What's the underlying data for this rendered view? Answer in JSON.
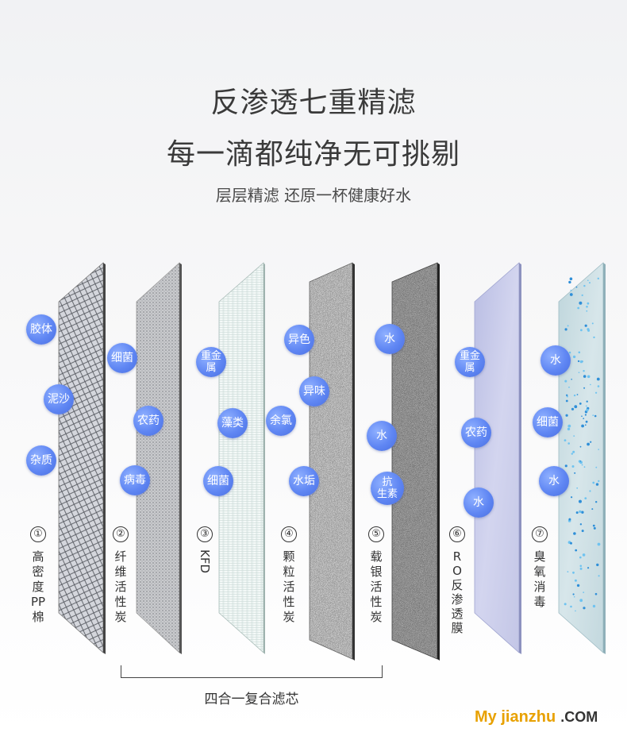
{
  "header": {
    "title": "反渗透七重精滤",
    "subtitle": "每一滴都纯净无可挑剔",
    "tagline": "层层精滤  还原一杯健康好水"
  },
  "layers": [
    {
      "number": "①",
      "name": "高密度PP棉",
      "bubbles": [
        "胶体",
        "泥沙",
        "杂质"
      ]
    },
    {
      "number": "②",
      "name": "纤维活性炭",
      "bubbles": [
        "细菌",
        "农药",
        "病毒"
      ]
    },
    {
      "number": "③",
      "name": "KFD",
      "bubbles": [
        "重金\n属",
        "藻类",
        "细菌"
      ]
    },
    {
      "number": "④",
      "name": "颗粒活性炭",
      "bubbles": [
        "异色",
        "异味",
        "余氯",
        "水垢"
      ]
    },
    {
      "number": "⑤",
      "name": "载银活性炭",
      "bubbles": [
        "水",
        "水",
        "抗\n生素"
      ]
    },
    {
      "number": "⑥",
      "name": "RO反渗透膜",
      "bubbles": [
        "重金\n属",
        "农药",
        "水"
      ]
    },
    {
      "number": "⑦",
      "name": "臭氧消毒",
      "bubbles": [
        "水",
        "细菌",
        "水"
      ]
    }
  ],
  "group": {
    "label": "四合一复合滤芯"
  },
  "watermark": {
    "my": "My ",
    "site": "jianzhu",
    "com": ".COM"
  },
  "colors": {
    "bubble": "#5f86f3",
    "accent": "#e8a100",
    "text": "#333333"
  }
}
